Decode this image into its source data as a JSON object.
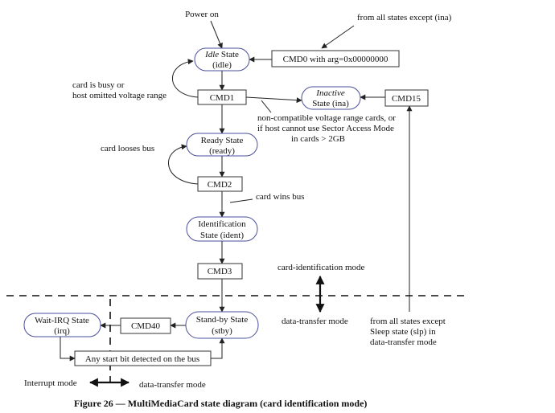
{
  "diagram": {
    "states": {
      "idle": {
        "line1": "Idle",
        "line1_rest": " State",
        "line2": "(idle)"
      },
      "inactive": {
        "line1": "Inactive",
        "line2": "State (ina)"
      },
      "ready": {
        "line1": "Ready State",
        "line2": "(ready)"
      },
      "ident": {
        "line1": "Identification",
        "line2": "State (ident)"
      },
      "stby": {
        "line1": "Stand-by State",
        "line2": "(stby)"
      },
      "irq": {
        "line1": "Wait-IRQ State",
        "line2": "(irq)"
      }
    },
    "commands": {
      "cmd0": "CMD0 with arg=0x00000000",
      "cmd1": "CMD1",
      "cmd15": "CMD15",
      "cmd2": "CMD2",
      "cmd3": "CMD3",
      "cmd40": "CMD40",
      "start_bit": "Any start bit detected on the bus"
    },
    "labels": {
      "power_on": "Power on",
      "from_all_states": "from all states except (ina)",
      "card_busy_1": "card is busy or",
      "card_busy_2": "host omitted voltage range",
      "noncompat_1": "non-compatible voltage range cards, or",
      "noncompat_2": "if host cannot use Sector Access Mode",
      "noncompat_3": "in cards > 2GB",
      "card_looses_bus": "card looses bus",
      "card_wins_bus": "card wins bus",
      "card_ident_mode": "card-identification mode",
      "data_transfer_mode": "data-transfer mode",
      "from_all_except_1": "from all states except",
      "from_all_except_2": "Sleep state (slp) in",
      "from_all_except_3": "data-transfer mode",
      "interrupt_mode": "Interrupt mode",
      "data_transfer_mode_bottom": "data-transfer mode"
    },
    "caption": "Figure 26 — MultiMediaCard state diagram (card identification mode)"
  }
}
